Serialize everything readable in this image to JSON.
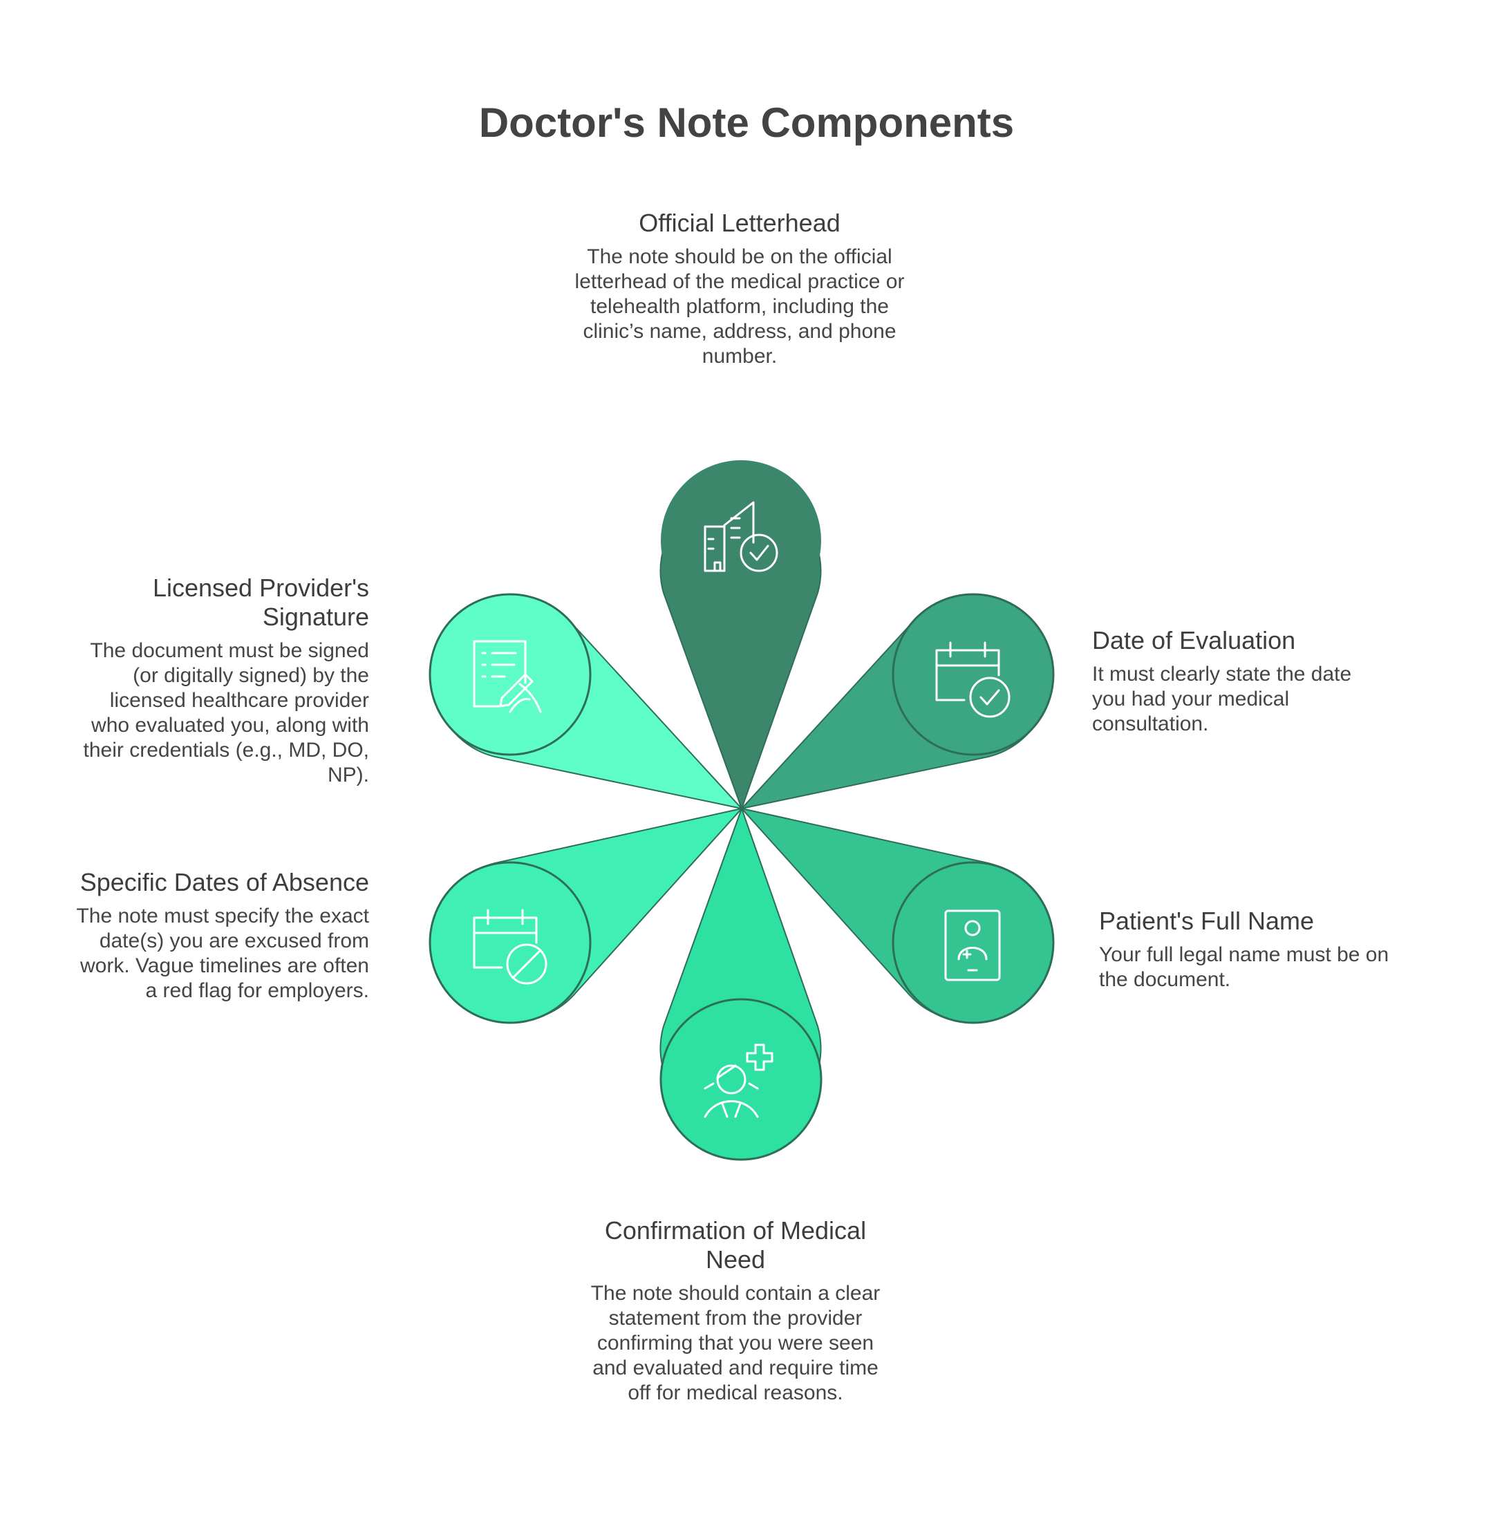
{
  "title": "Doctor's Note Components",
  "colors": {
    "letterhead": "#3C866C",
    "evaluation": "#3BA681",
    "patient": "#33C492",
    "medical_need": "#2EE0A1",
    "absence": "#40EFB3",
    "signature": "#5FFDC8",
    "outline": "#2F6E56",
    "icon_stroke": "#FFFFFF"
  },
  "components": [
    {
      "key": "letterhead",
      "icon": "building-check-icon",
      "title": "Official Letterhead",
      "desc": "The note should be on the official letterhead of the medical practice or telehealth platform, including the clinic’s name, address, and phone number."
    },
    {
      "key": "evaluation",
      "icon": "calendar-check-icon",
      "title": "Date of Evaluation",
      "desc": "It must clearly state the date you had your medical consultation."
    },
    {
      "key": "patient",
      "icon": "patient-id-card-icon",
      "title": "Patient's Full Name",
      "desc": "Your full legal name must be on the document."
    },
    {
      "key": "medical_need",
      "icon": "patient-plus-icon",
      "title": "Confirmation of Medical Need",
      "desc": "The note should contain a clear statement from the provider confirming that you were seen and evaluated and require time off for medical reasons."
    },
    {
      "key": "absence",
      "icon": "calendar-cancel-icon",
      "title": "Specific Dates of Absence",
      "desc": "The note must specify the exact date(s) you are excused from work. Vague timelines are often a red flag for employers."
    },
    {
      "key": "signature",
      "icon": "signature-document-icon",
      "title": "Licensed Provider's Signature",
      "desc": "The document must be signed (or digitally signed) by the licensed healthcare provider who evaluated you, along with their credentials (e.g., MD, DO, NP)."
    }
  ]
}
